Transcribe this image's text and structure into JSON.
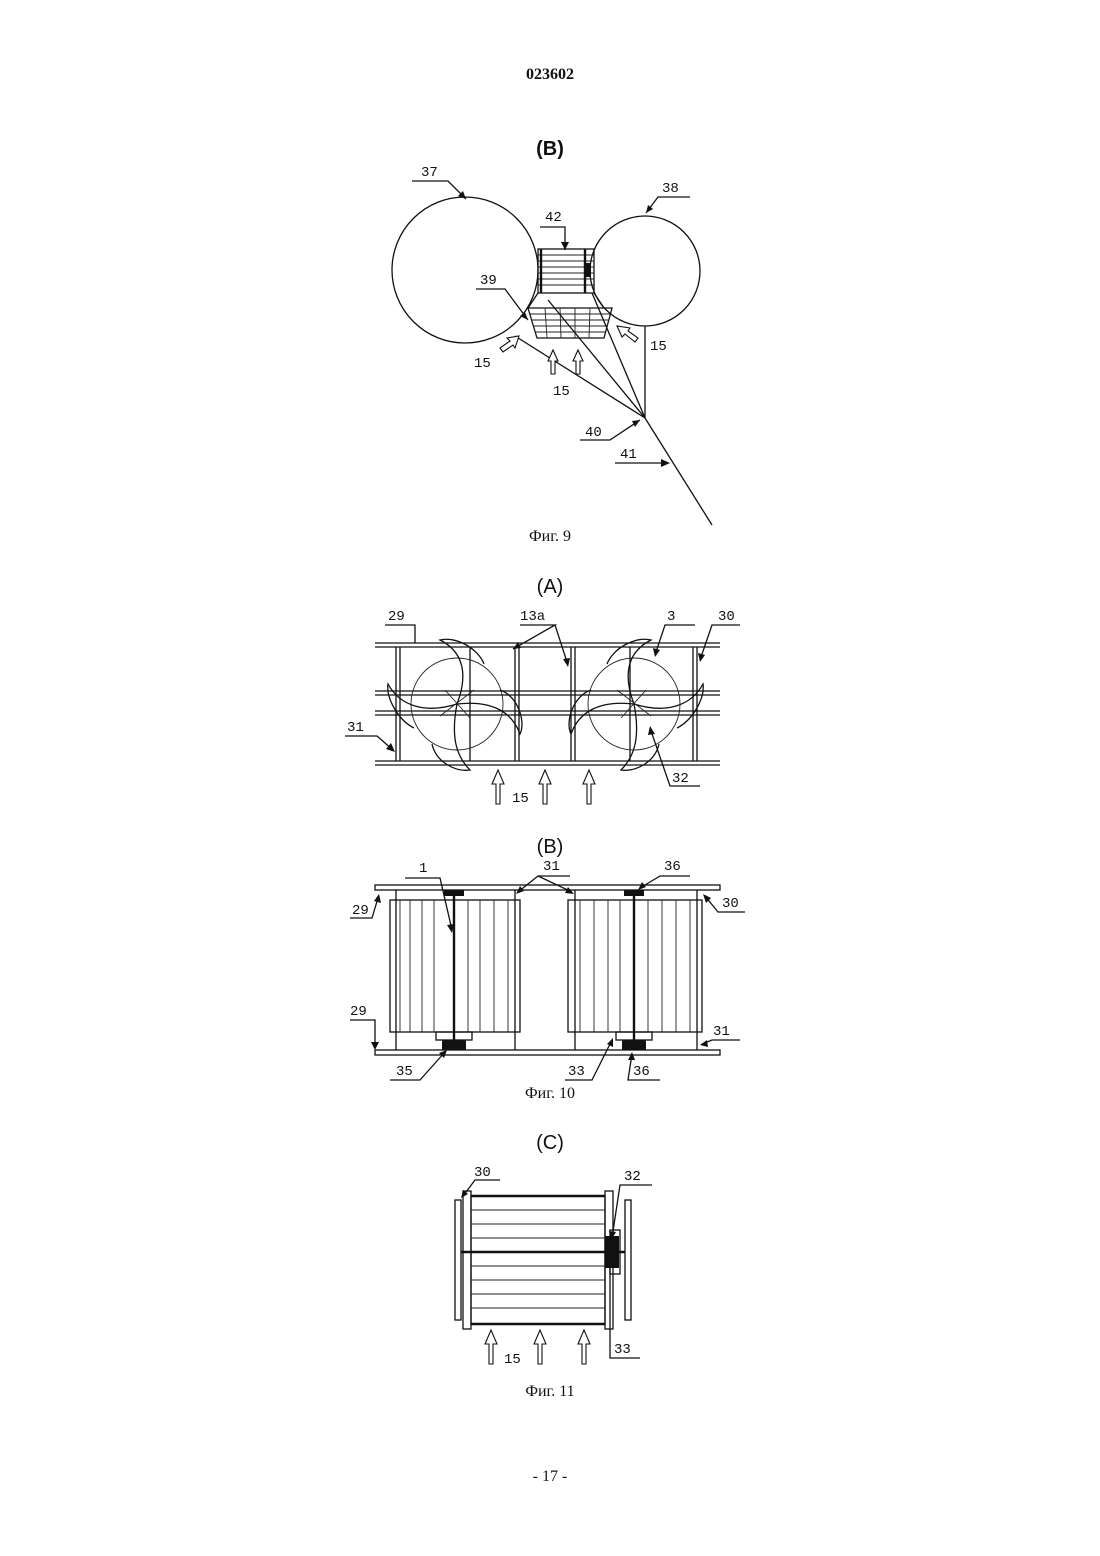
{
  "header": {
    "doc_number": "023602"
  },
  "figure9": {
    "view_label": "(B)",
    "caption": "Фиг. 9",
    "labels": {
      "l37": "37",
      "l38": "38",
      "l42": "42",
      "l39": "39",
      "l15a": "15",
      "l15b": "15",
      "l15c": "15",
      "l40": "40",
      "l41": "41"
    }
  },
  "figure10": {
    "view_a_label": "(A)",
    "view_b_label": "(B)",
    "caption": "Фиг. 10",
    "labels_a": {
      "l29": "29",
      "l13a": "13a",
      "l3": "3",
      "l30": "30",
      "l31": "31",
      "l32": "32",
      "l15": "15"
    },
    "labels_b": {
      "l1": "1",
      "l31": "31",
      "l36top": "36",
      "l29top": "29",
      "l30": "30",
      "l29bot": "29",
      "l31r": "31",
      "l35": "35",
      "l33": "33",
      "l36bot": "36"
    }
  },
  "figure11": {
    "view_label": "(C)",
    "caption": "Фиг. 11",
    "labels": {
      "l30": "30",
      "l32": "32",
      "l33": "33",
      "l15": "15"
    }
  },
  "footer": {
    "page_number": "- 17 -"
  }
}
